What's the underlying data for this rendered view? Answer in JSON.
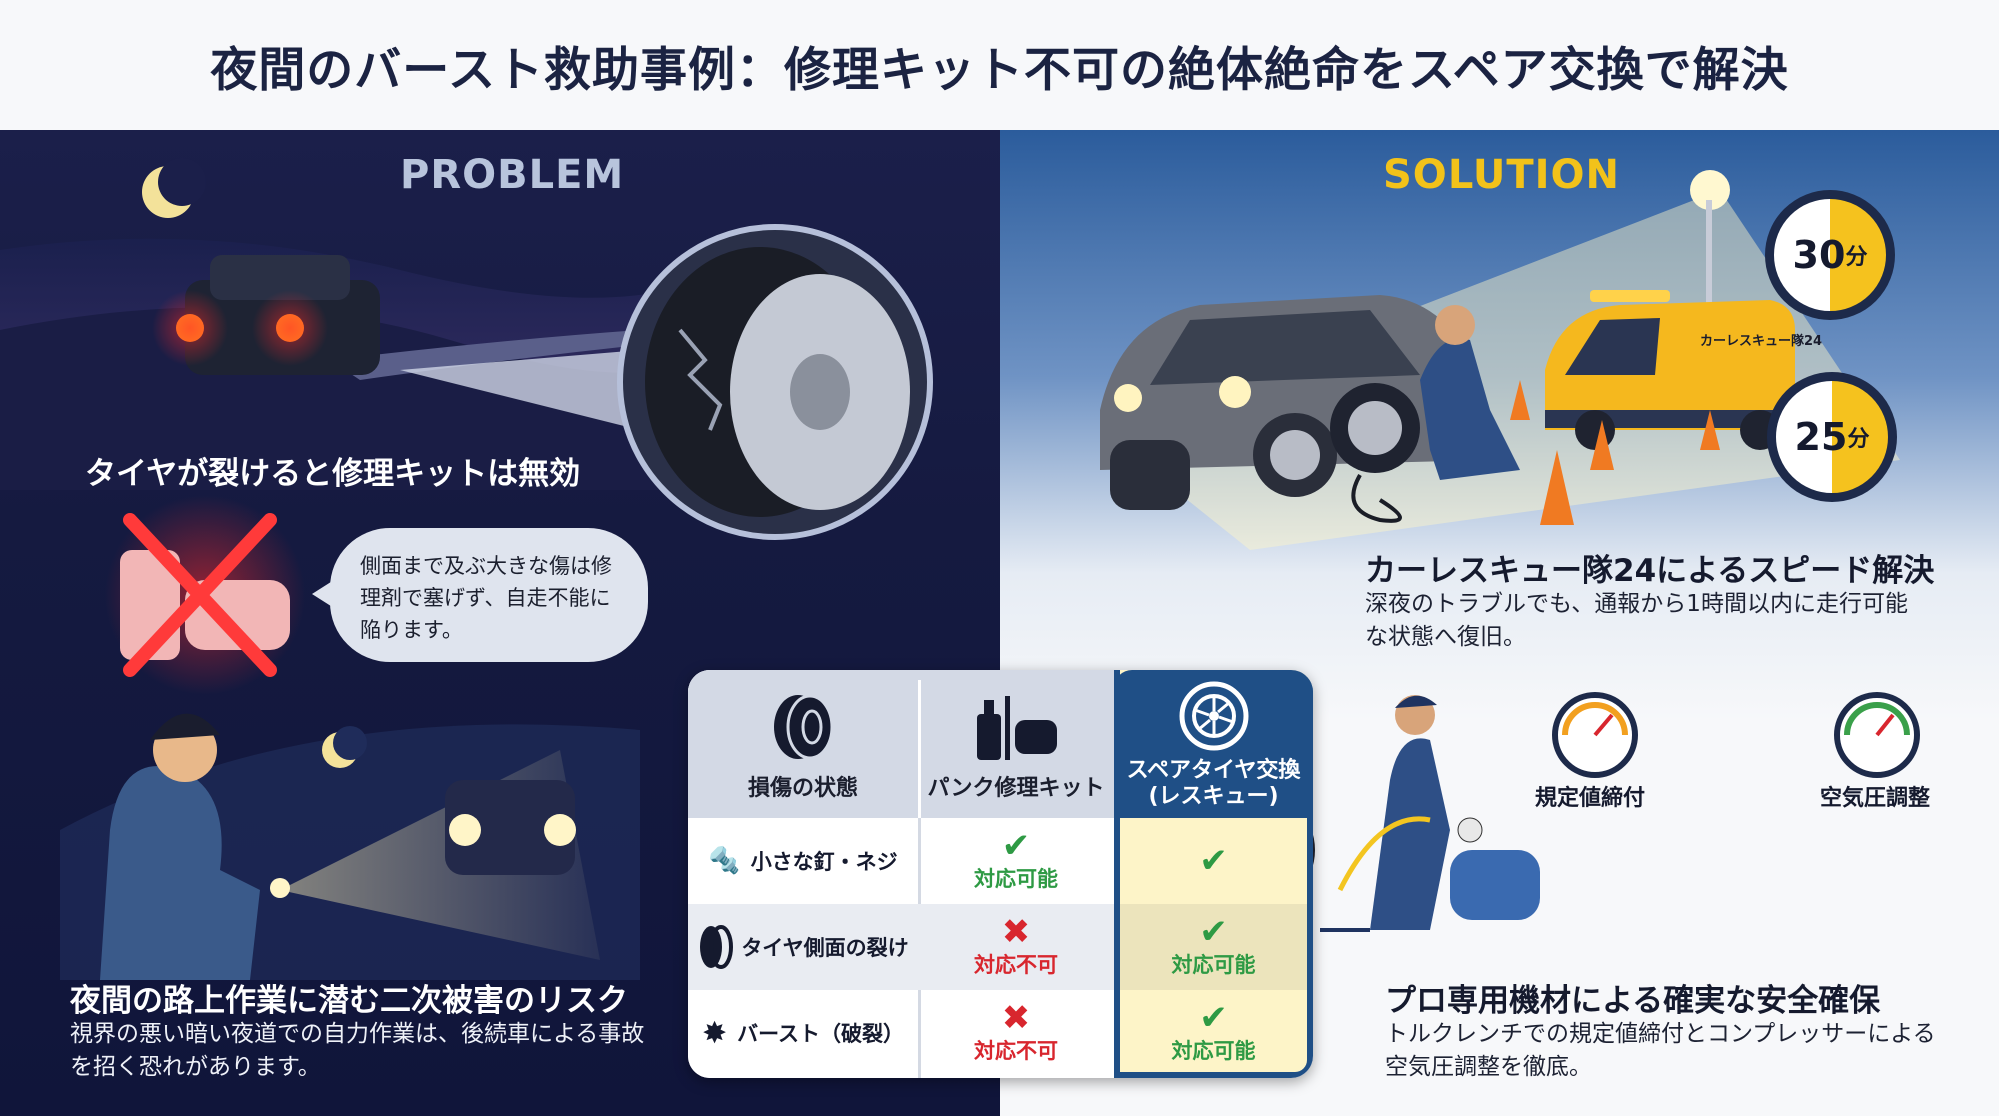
{
  "title": "夜間のバースト救助事例：修理キット不可の絶体絶命をスペア交換で解決",
  "problem": {
    "label": "PROBLEM",
    "heading1": "タイヤが裂けると修理キットは無効",
    "bubble": "側面まで及ぶ大きな傷は修理剤で塞げず、自走不能に陥ります。",
    "heading2": "夜間の路上作業に潜む二次被害のリスク",
    "text2": "視界の悪い暗い夜道での自力作業は、後続車による事故を招く恐れがあります。"
  },
  "solution": {
    "label": "SOLUTION",
    "van_text": "カーレスキュー隊24",
    "timers": [
      {
        "value": "30",
        "unit": "分"
      },
      {
        "value": "25",
        "unit": "分"
      }
    ],
    "heading1": "カーレスキュー隊24によるスピード解決",
    "text1": "深夜のトラブルでも、通報から1時間以内に走行可能な状態へ復旧。",
    "gauge1": "規定値締付",
    "gauge2": "空気圧調整",
    "heading2": "プロ専用機材による確実な安全確保",
    "text2": "トルクレンチでの規定値締付とコンプレッサーによる空気圧調整を徹底。"
  },
  "table": {
    "headers": [
      "損傷の状態",
      "パンク修理キット",
      "スペアタイヤ交換\n(レスキュー)"
    ],
    "rows": [
      {
        "damage": "小さな釘・ネジ",
        "icon": "screw-icon",
        "kit": {
          "mark": "✔",
          "text": "対応可能"
        },
        "spare": {
          "mark": "✔",
          "text": ""
        }
      },
      {
        "damage": "タイヤ側面の裂け",
        "icon": "cracked-tire-icon",
        "kit": {
          "mark": "✖",
          "text": "対応不可"
        },
        "spare": {
          "mark": "✔",
          "text": "対応可能"
        }
      },
      {
        "damage": "バースト（破裂）",
        "icon": "burst-icon",
        "kit": {
          "mark": "✖",
          "text": "対応不可"
        },
        "spare": {
          "mark": "✔",
          "text": "対応可能"
        }
      }
    ]
  },
  "colors": {
    "navy": "#151a40",
    "accent_yellow": "#f2c21a",
    "ok_green": "#2e9a44",
    "ng_red": "#d8262e",
    "spare_col": "#1f4f86"
  }
}
